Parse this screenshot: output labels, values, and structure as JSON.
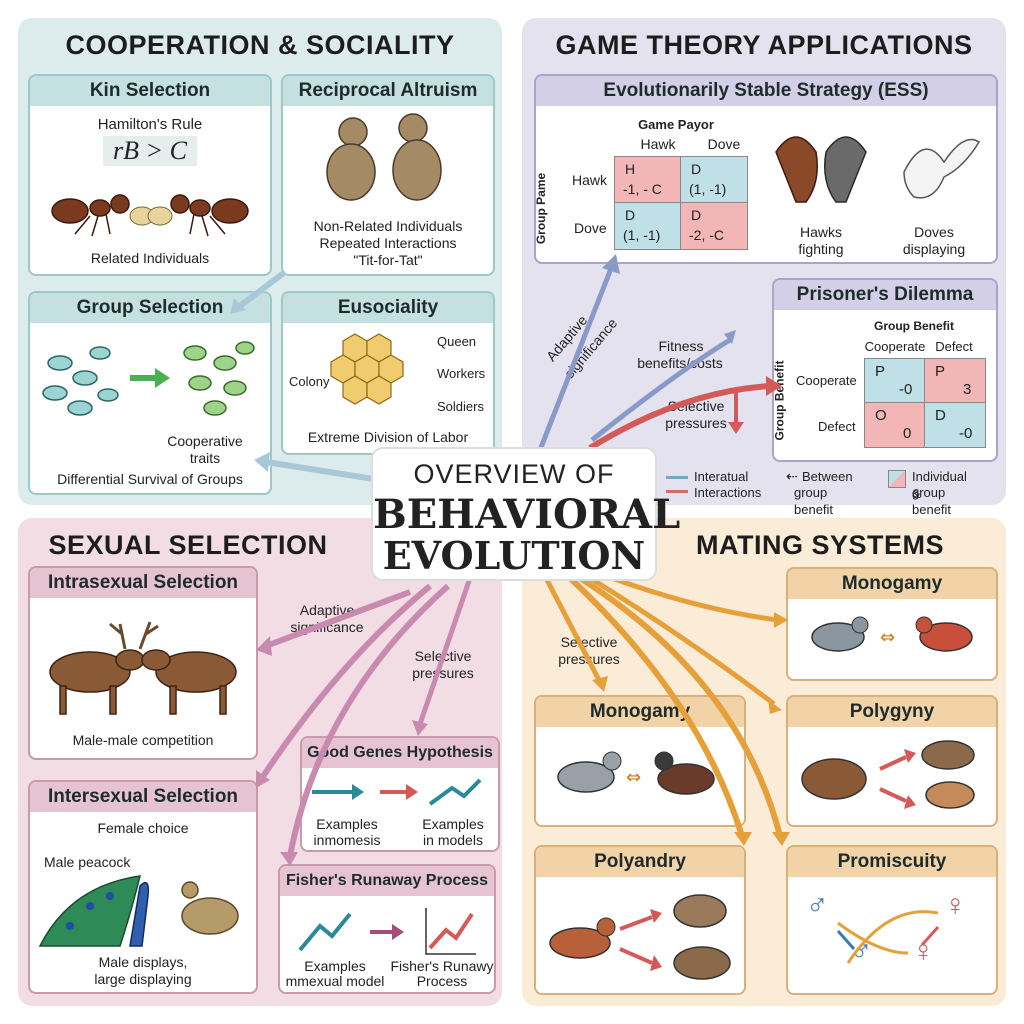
{
  "center": {
    "line1": "OVERVIEW OF",
    "line2": "BEHAVIORAL",
    "line3": "EVOLUTION"
  },
  "coop": {
    "title": "COOPERATION & SOCIALITY",
    "kin": {
      "title": "Kin Selection",
      "rule_label": "Hamilton's Rule",
      "formula": "rB > C",
      "caption": "Related Individuals"
    },
    "recip": {
      "title": "Reciprocal Altruism",
      "line1": "Non-Related Individuals",
      "line2": "Repeated Interactions",
      "line3": "\"Tit-for-Tat\""
    },
    "group": {
      "title": "Group Selection",
      "coop_traits1": "Cooperative",
      "coop_traits2": "traits",
      "caption": "Differential Survival of Groups"
    },
    "eusoc": {
      "title": "Eusociality",
      "queen": "Queen",
      "colony": "Colony",
      "workers": "Workers",
      "soldiers": "Soldiers",
      "caption": "Extreme Division of Labor"
    }
  },
  "game": {
    "title": "GAME THEORY APPLICATIONS",
    "ess": {
      "title": "Evolutionarily Stable Strategy (ESS)",
      "matrix_title": "Game Payor",
      "col1": "Hawk",
      "col2": "Dove",
      "row_axis": "Group Pame",
      "row1": "Hawk",
      "row2": "Dove",
      "c11a": "H",
      "c11b": "-1, - C",
      "c12a": "D",
      "c12b": "(1, -1)",
      "c21a": "D",
      "c21b": "(1, -1)",
      "c22a": "D",
      "c22b": "-2, -C",
      "hawks1": "Hawks",
      "hawks2": "fighting",
      "doves1": "Doves",
      "doves2": "displaying"
    },
    "pd": {
      "title": "Prisoner's Dilemma",
      "matrix_title": "Group Benefit",
      "col1": "Cooperate",
      "col2": "Defect",
      "row_axis": "Group Benefit",
      "row1": "Cooperate",
      "row2": "Defect",
      "c11a": "P",
      "c11b": "-0",
      "c12a": "P",
      "c12b": "3",
      "c21a": "O",
      "c21b": "0",
      "c22a": "D",
      "c22b": "-0"
    },
    "adaptive1": "Adaptive",
    "adaptive2": "significance",
    "fitness1": "Fitness",
    "fitness2": "benefits/costs",
    "selective1": "Selective",
    "selective2": "pressures",
    "legend": {
      "a1": "Interatual",
      "a2": "Interactions",
      "b1": "Between",
      "b2": "group benefit",
      "c1": "Individual &",
      "c2": "group benefit"
    }
  },
  "sexual": {
    "title": "SEXUAL SELECTION",
    "intra": {
      "title": "Intrasexual Selection",
      "caption": "Male-male competition"
    },
    "inter": {
      "title": "Intersexual Selection",
      "female": "Female choice",
      "peacock": "Male peacock",
      "cap1": "Male displays,",
      "cap2": "large displaying"
    },
    "good": {
      "title": "Good Genes Hypothesis",
      "a1": "Examples",
      "a2": "inmomesis",
      "b1": "Examples",
      "b2": "in models"
    },
    "fisher": {
      "title": "Fisher's Runaway Process",
      "a1": "Examples",
      "a2": "mmexual model",
      "b1": "Fisher's Runawy",
      "b2": "Process"
    },
    "adaptive1": "Adaptive",
    "adaptive2": "significance",
    "selective1": "Selective",
    "selective2": "pressures"
  },
  "mating": {
    "title": "MATING SYSTEMS",
    "mono_top": "Monogamy",
    "mono_left": "Monogamy",
    "polygyny": "Polygyny",
    "polyandry": "Polyandry",
    "promiscuity": "Promiscuity",
    "selective1": "Selective",
    "selective2": "pressures"
  },
  "colors": {
    "coop_bg": "#dcecec",
    "coop_head": "#c4e0e0",
    "game_bg": "#e4e2ef",
    "game_head": "#d3cfe6",
    "sexual_bg": "#f2dde5",
    "sexual_head": "#e6c3d0",
    "mating_bg": "#fbecd8",
    "mating_head": "#f2d3a8",
    "red_cell": "#f2b6b6",
    "blue_cell": "#bfe0e6"
  }
}
